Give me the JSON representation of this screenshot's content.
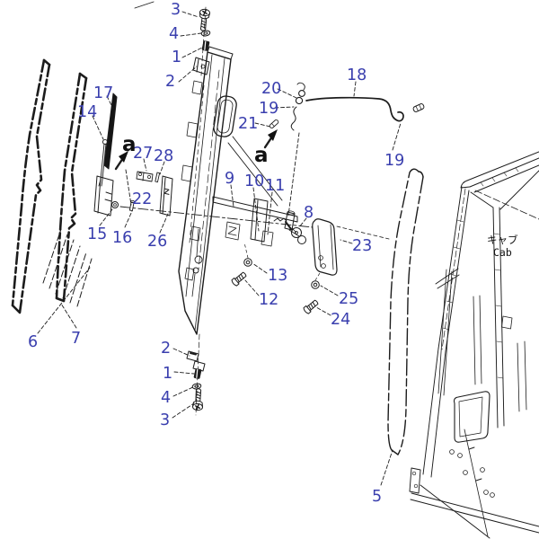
{
  "figure": {
    "type": "exploded-parts-diagram",
    "subject": "cab door assembly",
    "colors": {
      "background": "#ffffff",
      "line": "#1c1c1c",
      "label": "#3a3fae",
      "marker": "#111111"
    }
  },
  "labels": [
    {
      "text": "3"
    },
    {
      "text": "4"
    },
    {
      "text": "1"
    },
    {
      "text": "2"
    },
    {
      "text": "17"
    },
    {
      "text": "14"
    },
    {
      "text": "27"
    },
    {
      "text": "28"
    },
    {
      "text": "22"
    },
    {
      "text": "15"
    },
    {
      "text": "16"
    },
    {
      "text": "26"
    },
    {
      "text": "9"
    },
    {
      "text": "10"
    },
    {
      "text": "11"
    },
    {
      "text": "8"
    },
    {
      "text": "23"
    },
    {
      "text": "13"
    },
    {
      "text": "12"
    },
    {
      "text": "25"
    },
    {
      "text": "24"
    },
    {
      "text": "2"
    },
    {
      "text": "1"
    },
    {
      "text": "4"
    },
    {
      "text": "3"
    },
    {
      "text": "6"
    },
    {
      "text": "7"
    },
    {
      "text": "5"
    },
    {
      "text": "18"
    },
    {
      "text": "20"
    },
    {
      "text": "19"
    },
    {
      "text": "21"
    },
    {
      "text": "19"
    }
  ],
  "markers": [
    {
      "text": "a"
    },
    {
      "text": "a"
    }
  ],
  "captions": {
    "cab_jp": "キャブ",
    "cab_en": "Cab"
  }
}
